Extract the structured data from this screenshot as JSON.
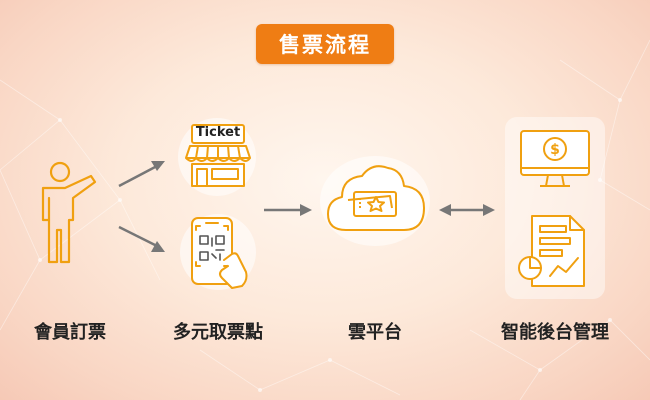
{
  "title": "售票流程",
  "ticket_sign": "Ticket",
  "steps": [
    {
      "label": "會員訂票",
      "icon": "person-waving-icon"
    },
    {
      "label": "多元取票點",
      "icon": "ticket-store-icon"
    },
    {
      "label": "雲平台",
      "icon": "cloud-ticket-icon"
    },
    {
      "label": "智能後台管理",
      "icon": "monitor-dollar-icon"
    }
  ],
  "colors": {
    "accent": "#ef7d14",
    "icon_stroke": "#f0a010",
    "arrow": "#777777"
  }
}
